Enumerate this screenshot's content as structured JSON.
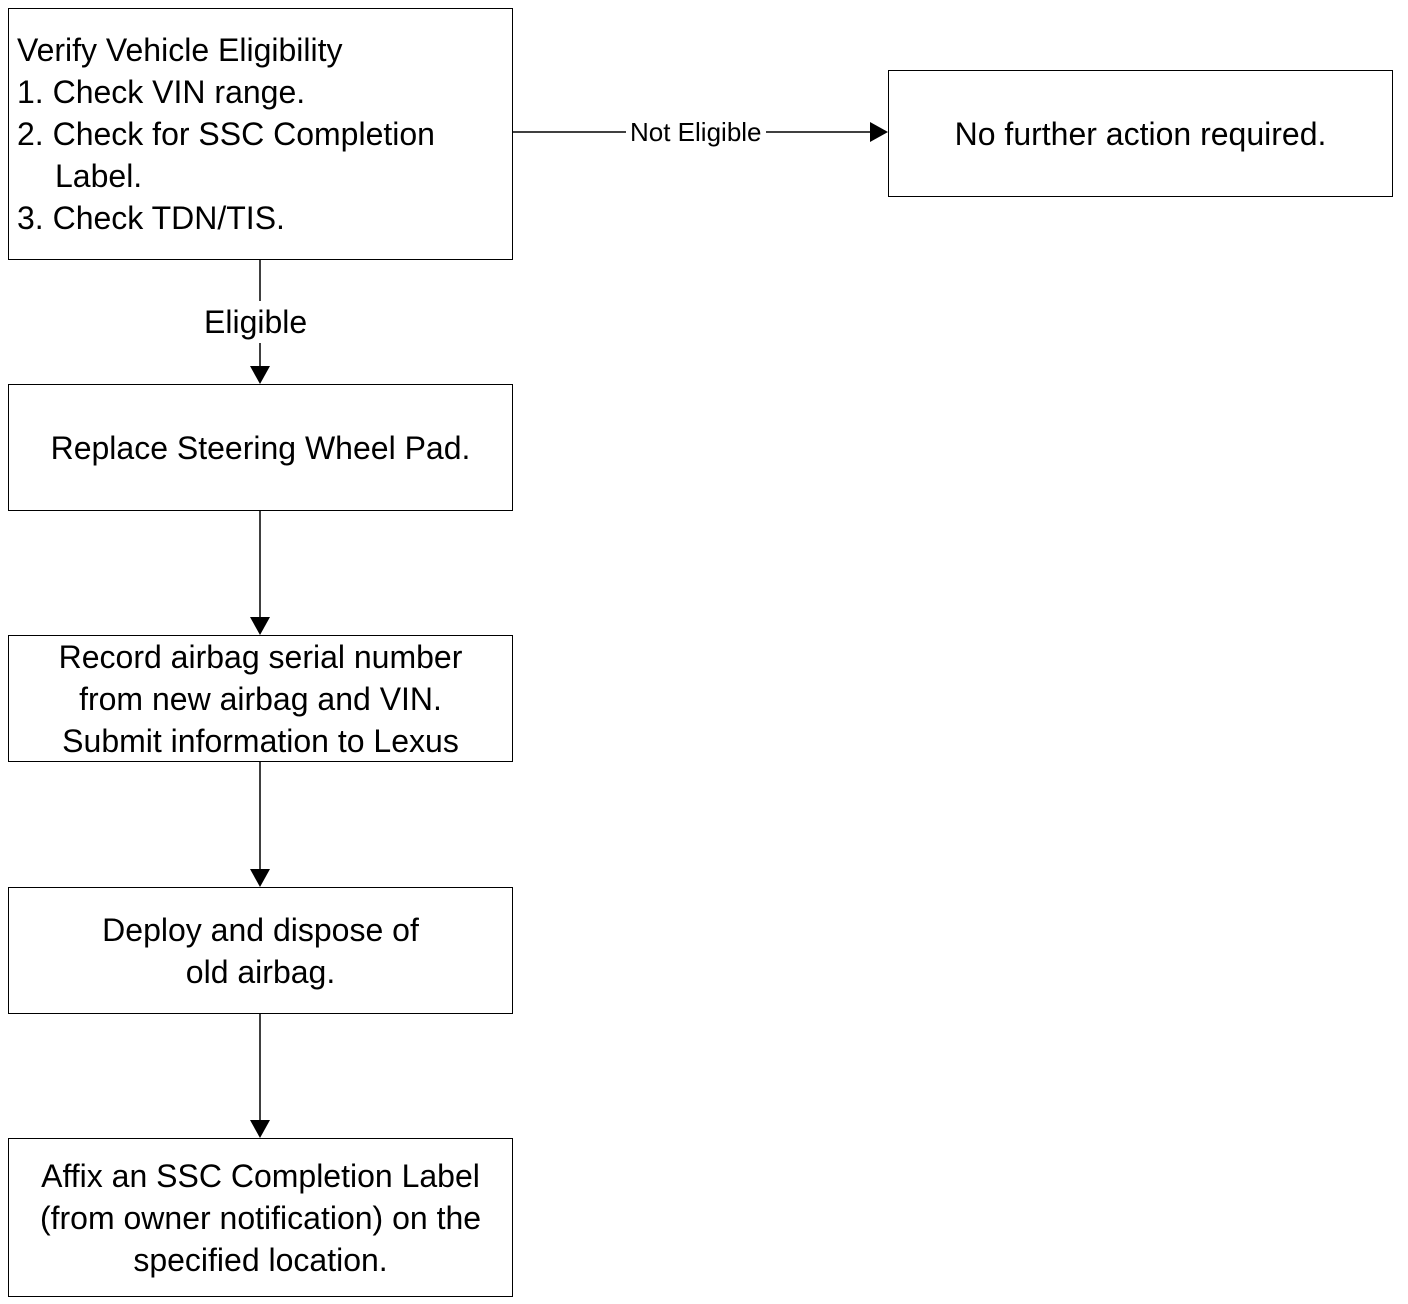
{
  "nodes": {
    "verify": {
      "lines": [
        "Verify Vehicle Eligibility",
        "1. Check VIN range.",
        "2. Check for SSC Completion",
        "Label.",
        "3. Check TDN/TIS."
      ]
    },
    "no_action": {
      "lines": [
        "No further action required."
      ]
    },
    "replace": {
      "lines": [
        "Replace Steering Wheel Pad."
      ]
    },
    "record": {
      "lines": [
        "Record airbag serial number",
        "from new airbag and VIN.",
        "Submit information to Lexus"
      ]
    },
    "deploy": {
      "lines": [
        "Deploy and dispose of",
        "old airbag."
      ]
    },
    "affix": {
      "lines": [
        "Affix an SSC Completion Label",
        "(from owner notification) on the",
        "specified location."
      ]
    }
  },
  "edges": {
    "not_eligible_label": "Not Eligible",
    "eligible_label": "Eligible"
  },
  "colors": {
    "stroke": "#000000",
    "background": "#ffffff"
  }
}
